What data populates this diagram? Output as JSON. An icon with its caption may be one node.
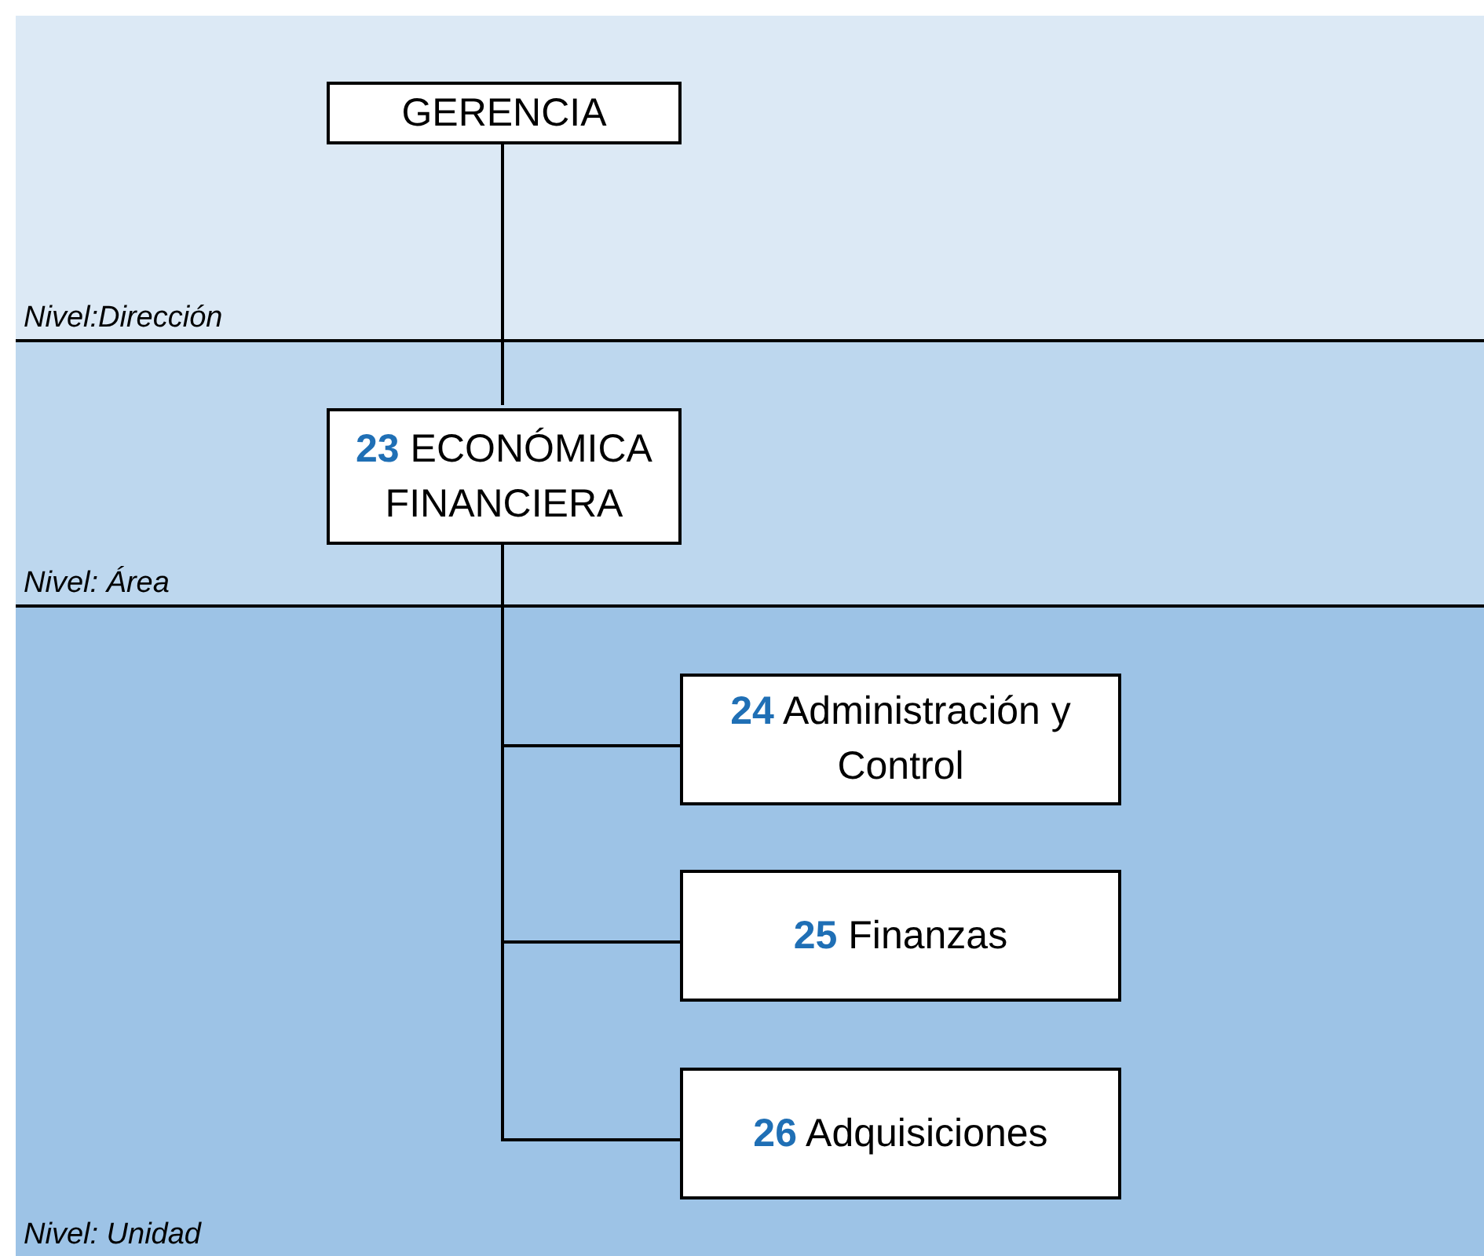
{
  "diagram": {
    "nodes": [
      {
        "text": [
          "Nivel:Dirección"
        ]
      },
      {
        "text": [
          "GERENCIA"
        ],
        "in": 0
      },
      {
        "text": [
          "Nivel: Área"
        ]
      },
      {
        "text": [
          "**23** ECONÓMICA FINANCIERA"
        ],
        "in": 2
      },
      {
        "text": [
          "Nivel: Unidad"
        ]
      },
      {
        "text": [
          "**24** Administración y Control"
        ],
        "in": 4
      },
      {
        "text": [
          "**25** Finanzas"
        ],
        "in": 4
      },
      {
        "text": [
          "**26** Adquisiciones"
        ],
        "in": 4
      }
    ],
    "edges": [
      {
        "from": 1,
        "to": 3,
        "arrow": "none"
      },
      {
        "from": 3,
        "to": 5,
        "arrow": "none"
      },
      {
        "from": 3,
        "to": 6,
        "arrow": "none"
      },
      {
        "from": 3,
        "to": 7,
        "arrow": "none"
      }
    ]
  }
}
